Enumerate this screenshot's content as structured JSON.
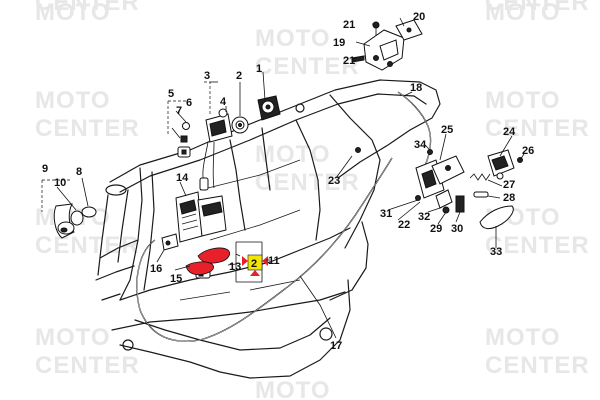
{
  "watermark": {
    "line1": "MOTO",
    "line2": "CENTER"
  },
  "callouts": [
    {
      "id": "c1",
      "text": "1"
    },
    {
      "id": "c2",
      "text": "2"
    },
    {
      "id": "c3",
      "text": "3"
    },
    {
      "id": "c4",
      "text": "4"
    },
    {
      "id": "c5",
      "text": "5"
    },
    {
      "id": "c6",
      "text": "6"
    },
    {
      "id": "c7",
      "text": "7"
    },
    {
      "id": "c8",
      "text": "8"
    },
    {
      "id": "c9",
      "text": "9"
    },
    {
      "id": "c10",
      "text": "10"
    },
    {
      "id": "c11",
      "text": "11"
    },
    {
      "id": "c13",
      "text": "13"
    },
    {
      "id": "c14",
      "text": "14"
    },
    {
      "id": "c15",
      "text": "15"
    },
    {
      "id": "c16",
      "text": "16"
    },
    {
      "id": "c17",
      "text": "17"
    },
    {
      "id": "c18",
      "text": "18"
    },
    {
      "id": "c19",
      "text": "19"
    },
    {
      "id": "c20",
      "text": "20"
    },
    {
      "id": "c21a",
      "text": "21"
    },
    {
      "id": "c21b",
      "text": "21"
    },
    {
      "id": "c22",
      "text": "22"
    },
    {
      "id": "c23",
      "text": "23"
    },
    {
      "id": "c24",
      "text": "24"
    },
    {
      "id": "c25",
      "text": "25"
    },
    {
      "id": "c26",
      "text": "26"
    },
    {
      "id": "c27",
      "text": "27"
    },
    {
      "id": "c28",
      "text": "28"
    },
    {
      "id": "c29",
      "text": "29"
    },
    {
      "id": "c30",
      "text": "30"
    },
    {
      "id": "c31",
      "text": "31"
    },
    {
      "id": "c32",
      "text": "32"
    },
    {
      "id": "c33",
      "text": "33"
    },
    {
      "id": "c34",
      "text": "34"
    }
  ],
  "highlight": {
    "text": "2",
    "fill_color": "#f2e600",
    "marker_color": "#e8202a",
    "part_color": "#e8202a"
  },
  "colors": {
    "line": "#111111",
    "watermark": "#e7e7e7",
    "background": "#ffffff"
  }
}
